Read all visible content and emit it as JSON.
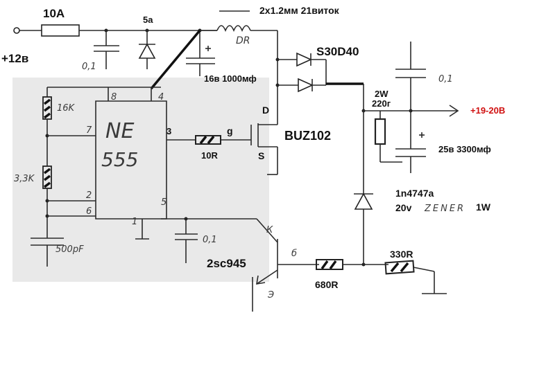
{
  "labels": {
    "supply_in": "+12в",
    "fuse": "10A",
    "diode_top": "5a",
    "cap_in": "0,1",
    "inductor_spec": "2x1.2мм 21виток",
    "inductor": "DR",
    "cap_electro_in": "16в 1000мф",
    "schottky": "S30D40",
    "cap_out_small": "0,1",
    "res_2w": "2W",
    "res_220": "220г",
    "output": "+19-20В",
    "cap_out_big": "25в 3300мф",
    "mosfet_d": "D",
    "mosfet_g": "g",
    "mosfet_s": "S",
    "mosfet": "BUZ102",
    "gate_res": "10R",
    "ic_name": "NE",
    "ic_num": "555",
    "pin8": "8",
    "pin4": "4",
    "pin7": "7",
    "pin3": "3",
    "pin2": "2",
    "pin6": "6",
    "pin5": "5",
    "pin1": "1",
    "r_16k": "16K",
    "r_33k": "3,3K",
    "cap_timing": "500pF",
    "cap_ctrl": "0,1",
    "zener_part": "1n4747a",
    "zener_v": "20v",
    "zener_word": "ZENER",
    "zener_w": "1W",
    "transistor": "2sc945",
    "pin_k": "К",
    "pin_b": "б",
    "pin_e": "Э",
    "r_680": "680R",
    "r_330": "330R"
  }
}
